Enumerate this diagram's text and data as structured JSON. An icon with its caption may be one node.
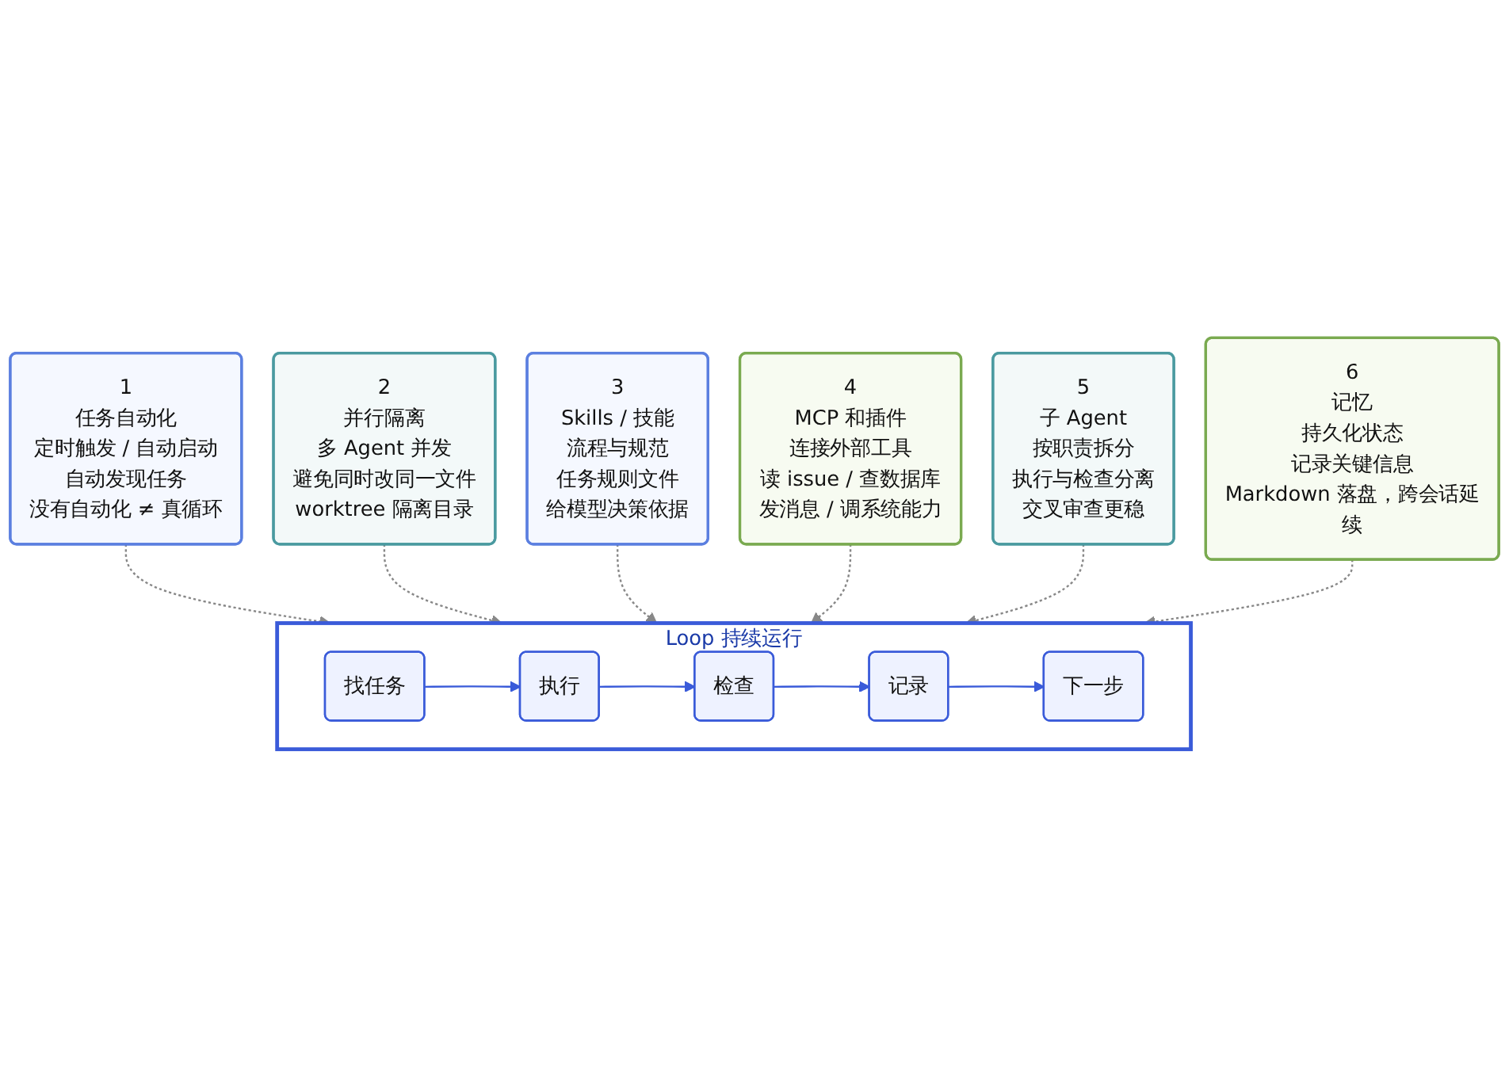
{
  "diagram": {
    "nodes": [
      {
        "text": [
          "1",
          "任务自动化",
          "定时触发 / 自动启动",
          "自动发现任务",
          "没有自动化 ≠ 真循环"
        ]
      },
      {
        "text": [
          "2",
          "并行隔离",
          "多 Agent 并发",
          "避免同时改同一文件",
          "worktree 隔离目录"
        ]
      },
      {
        "text": [
          "3",
          "Skills / 技能",
          "流程与规范",
          "任务规则文件",
          "给模型决策依据"
        ]
      },
      {
        "text": [
          "4",
          "MCP 和插件",
          "连接外部工具",
          "读 issue / 查数据库",
          "发消息 / 调系统能力"
        ]
      },
      {
        "text": [
          "5",
          "子 Agent",
          "按职责拆分",
          "执行与检查分离",
          "交叉审查更稳"
        ]
      },
      {
        "text": [
          "6",
          "记忆",
          "持久化状态",
          "记录关键信息",
          "Markdown 落盘，跨会话延续"
        ]
      },
      {
        "text": [
          "Loop 持续运行"
        ]
      },
      {
        "text": [
          "找任务"
        ],
        "in": 6
      },
      {
        "text": [
          "执行"
        ],
        "in": 6
      },
      {
        "text": [
          "检查"
        ],
        "in": 6
      },
      {
        "text": [
          "记录"
        ],
        "in": 6
      },
      {
        "text": [
          "下一步"
        ],
        "in": 6
      }
    ],
    "edges": [
      {
        "from": 0,
        "to": 6,
        "arrow": "to",
        "style": "dashed"
      },
      {
        "from": 1,
        "to": 6,
        "arrow": "to",
        "style": "dashed"
      },
      {
        "from": 2,
        "to": 6,
        "arrow": "to",
        "style": "dashed"
      },
      {
        "from": 3,
        "to": 6,
        "arrow": "to",
        "style": "dashed"
      },
      {
        "from": 4,
        "to": 6,
        "arrow": "to",
        "style": "dashed"
      },
      {
        "from": 5,
        "to": 6,
        "arrow": "to",
        "style": "dashed"
      },
      {
        "from": 7,
        "to": 8,
        "arrow": "to",
        "color": "#3a5bd9"
      },
      {
        "from": 8,
        "to": 9,
        "arrow": "to",
        "color": "#3a5bd9"
      },
      {
        "from": 9,
        "to": 10,
        "arrow": "to",
        "color": "#3a5bd9"
      },
      {
        "from": 10,
        "to": 11,
        "arrow": "to",
        "color": "#3a5bd9"
      }
    ]
  }
}
